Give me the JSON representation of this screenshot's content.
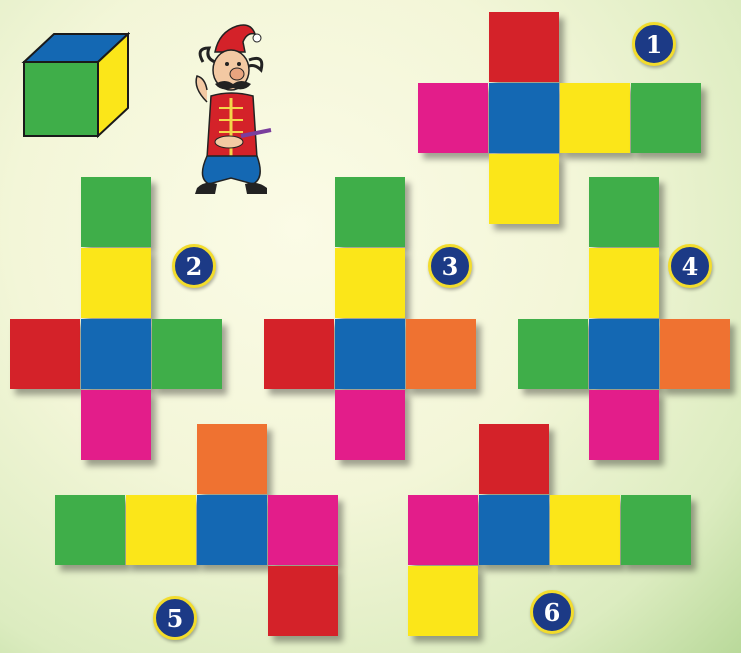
{
  "palette": {
    "red": "#d42229",
    "green": "#3fae49",
    "yellow": "#fbe619",
    "blue": "#1468b3",
    "magenta": "#e31d8a",
    "orange": "#ef7231",
    "badge_fill": "#1c3a86",
    "badge_ring": "#f2dc2c"
  },
  "reference_cube": {
    "icon": "cube-icon",
    "faces": {
      "top": "blue",
      "front": "green",
      "right": "yellow"
    }
  },
  "character": {
    "icon": "jester-cartoon-icon"
  },
  "nets": [
    {
      "number": "1",
      "faces": [
        {
          "col": 1,
          "row": 0,
          "color": "red"
        },
        {
          "col": 0,
          "row": 1,
          "color": "magenta"
        },
        {
          "col": 1,
          "row": 1,
          "color": "blue"
        },
        {
          "col": 2,
          "row": 1,
          "color": "yellow"
        },
        {
          "col": 3,
          "row": 1,
          "color": "green"
        },
        {
          "col": 1,
          "row": 2,
          "color": "yellow"
        }
      ]
    },
    {
      "number": "2",
      "faces": [
        {
          "col": 1,
          "row": 0,
          "color": "green"
        },
        {
          "col": 1,
          "row": 1,
          "color": "yellow"
        },
        {
          "col": 0,
          "row": 2,
          "color": "red"
        },
        {
          "col": 1,
          "row": 2,
          "color": "blue"
        },
        {
          "col": 2,
          "row": 2,
          "color": "green"
        },
        {
          "col": 1,
          "row": 3,
          "color": "magenta"
        }
      ]
    },
    {
      "number": "3",
      "faces": [
        {
          "col": 1,
          "row": 0,
          "color": "green"
        },
        {
          "col": 1,
          "row": 1,
          "color": "yellow"
        },
        {
          "col": 0,
          "row": 2,
          "color": "red"
        },
        {
          "col": 1,
          "row": 2,
          "color": "blue"
        },
        {
          "col": 2,
          "row": 2,
          "color": "orange"
        },
        {
          "col": 1,
          "row": 3,
          "color": "magenta"
        }
      ]
    },
    {
      "number": "4",
      "faces": [
        {
          "col": 1,
          "row": 0,
          "color": "green"
        },
        {
          "col": 1,
          "row": 1,
          "color": "yellow"
        },
        {
          "col": 0,
          "row": 2,
          "color": "green"
        },
        {
          "col": 1,
          "row": 2,
          "color": "blue"
        },
        {
          "col": 2,
          "row": 2,
          "color": "orange"
        },
        {
          "col": 1,
          "row": 3,
          "color": "magenta"
        }
      ]
    },
    {
      "number": "5",
      "faces": [
        {
          "col": 2,
          "row": 0,
          "color": "orange"
        },
        {
          "col": 0,
          "row": 1,
          "color": "green"
        },
        {
          "col": 1,
          "row": 1,
          "color": "yellow"
        },
        {
          "col": 2,
          "row": 1,
          "color": "blue"
        },
        {
          "col": 3,
          "row": 1,
          "color": "magenta"
        },
        {
          "col": 3,
          "row": 2,
          "color": "red"
        }
      ]
    },
    {
      "number": "6",
      "faces": [
        {
          "col": 1,
          "row": 0,
          "color": "red"
        },
        {
          "col": 0,
          "row": 1,
          "color": "magenta"
        },
        {
          "col": 1,
          "row": 1,
          "color": "blue"
        },
        {
          "col": 2,
          "row": 1,
          "color": "yellow"
        },
        {
          "col": 3,
          "row": 1,
          "color": "green"
        },
        {
          "col": 0,
          "row": 2,
          "color": "yellow"
        }
      ]
    }
  ]
}
